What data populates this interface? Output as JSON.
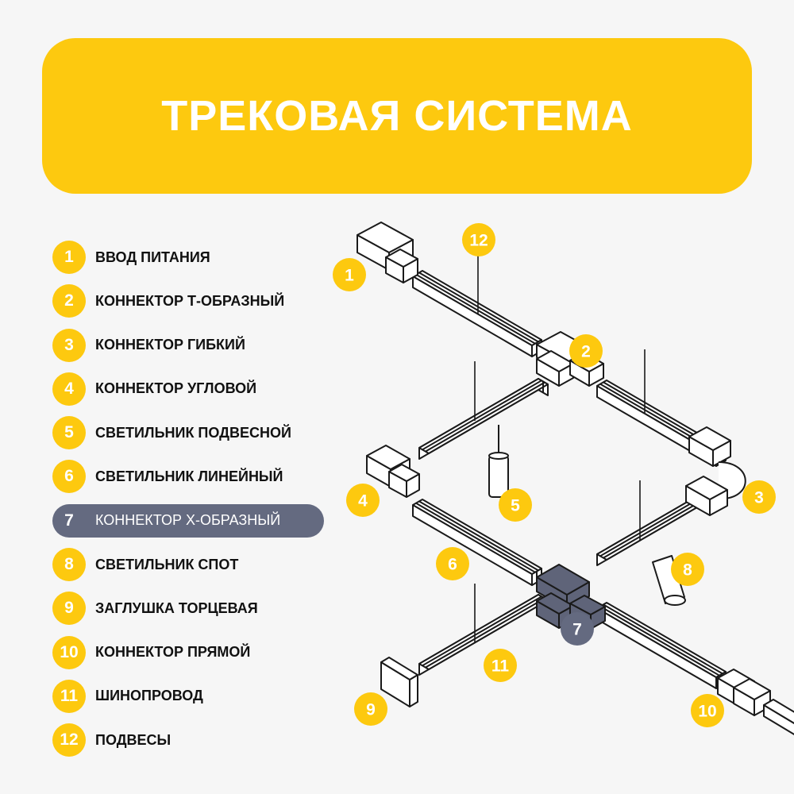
{
  "title": "ТРЕКОВАЯ СИСТЕМА",
  "colors": {
    "accent": "#fdc90f",
    "highlight": "#646a80",
    "background": "#f6f6f6",
    "line": "#1a1a1a",
    "part_fill": "#ffffff",
    "x_connector_fill": "#5f6479"
  },
  "legend": [
    {
      "num": "1",
      "label": "ВВОД ПИТАНИЯ"
    },
    {
      "num": "2",
      "label": "КОННЕКТОР Т-ОБРАЗНЫЙ"
    },
    {
      "num": "3",
      "label": "КОННЕКТОР ГИБКИЙ"
    },
    {
      "num": "4",
      "label": "КОННЕКТОР УГЛОВОЙ"
    },
    {
      "num": "5",
      "label": "СВЕТИЛЬНИК ПОДВЕСНОЙ"
    },
    {
      "num": "6",
      "label": "СВЕТИЛЬНИК ЛИНЕЙНЫЙ"
    },
    {
      "num": "7",
      "label": "КОННЕКТОР Х-ОБРАЗНЫЙ"
    },
    {
      "num": "8",
      "label": "СВЕТИЛЬНИК СПОТ"
    },
    {
      "num": "9",
      "label": "ЗАГЛУШКА ТОРЦЕВАЯ"
    },
    {
      "num": "10",
      "label": "КОННЕКТОР ПРЯМОЙ"
    },
    {
      "num": "11",
      "label": "ШИНОПРОВОД"
    },
    {
      "num": "12",
      "label": "ПОДВЕСЫ"
    }
  ],
  "active_item": "7",
  "diagram_badges": [
    {
      "num": "1"
    },
    {
      "num": "12"
    },
    {
      "num": "2"
    },
    {
      "num": "3"
    },
    {
      "num": "4"
    },
    {
      "num": "5"
    },
    {
      "num": "6"
    },
    {
      "num": "8"
    },
    {
      "num": "7"
    },
    {
      "num": "11"
    },
    {
      "num": "9"
    },
    {
      "num": "10"
    }
  ]
}
